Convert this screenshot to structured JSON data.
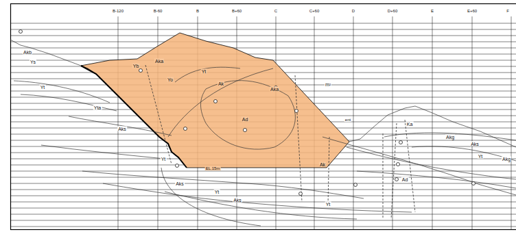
{
  "diagram": {
    "labels": [
      "B-120",
      "B-60",
      "B",
      "B+60",
      "C",
      "C+60",
      "D",
      "D+60",
      "E",
      "E+60",
      "F",
      "Akb",
      "Ys",
      "Yt",
      "Yb",
      "Aka",
      "Yt",
      "Yo",
      "Ak",
      "Aka",
      "m²",
      "Yta",
      "Aks",
      "Ad",
      "Yt",
      "EL.15m",
      "Ak",
      "Aks",
      "Yt",
      "Aks",
      "Yt",
      "Ka",
      "Akg",
      "Aks",
      "Yt",
      "Akg",
      "Ad",
      "ent"
    ]
  }
}
